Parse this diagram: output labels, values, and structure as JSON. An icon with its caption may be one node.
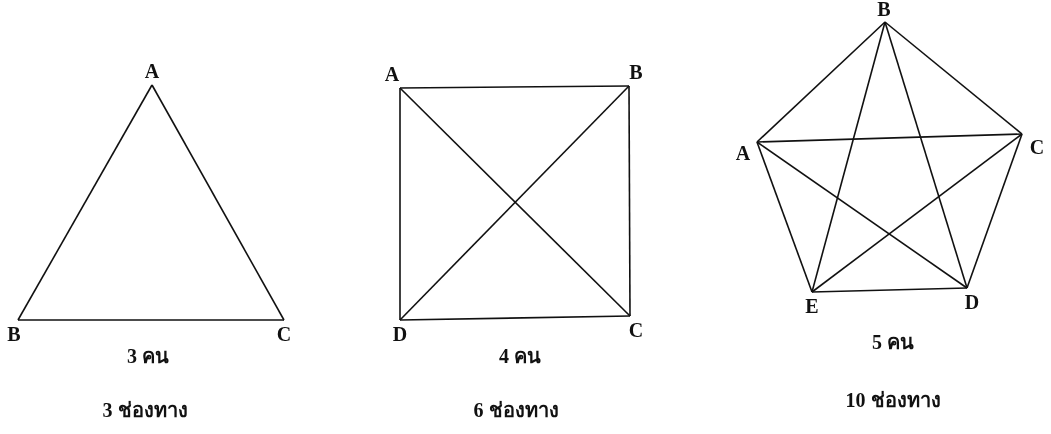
{
  "diagram": {
    "nodes": [
      {
        "text": [
          "A"
        ]
      },
      {
        "text": [
          "B"
        ]
      },
      {
        "text": [
          "C"
        ]
      },
      {
        "text": [
          "A"
        ]
      },
      {
        "text": [
          "B"
        ]
      },
      {
        "text": [
          "D"
        ]
      },
      {
        "text": [
          "C"
        ]
      },
      {
        "text": [
          "B"
        ]
      },
      {
        "text": [
          "A"
        ]
      },
      {
        "text": [
          "C"
        ]
      },
      {
        "text": [
          "E"
        ]
      },
      {
        "text": [
          "D"
        ]
      }
    ],
    "edges": [
      {
        "from": 0,
        "to": 1,
        "arrow": "none"
      },
      {
        "from": 1,
        "to": 2,
        "arrow": "none"
      },
      {
        "from": 2,
        "to": 0,
        "arrow": "none"
      },
      {
        "from": 3,
        "to": 4,
        "arrow": "none"
      },
      {
        "from": 4,
        "to": 6,
        "arrow": "none"
      },
      {
        "from": 6,
        "to": 5,
        "arrow": "none"
      },
      {
        "from": 5,
        "to": 3,
        "arrow": "none"
      },
      {
        "from": 3,
        "to": 6,
        "arrow": "none"
      },
      {
        "from": 4,
        "to": 5,
        "arrow": "none"
      },
      {
        "from": 8,
        "to": 7,
        "arrow": "none"
      },
      {
        "from": 7,
        "to": 9,
        "arrow": "none"
      },
      {
        "from": 9,
        "to": 11,
        "arrow": "none"
      },
      {
        "from": 11,
        "to": 10,
        "arrow": "none"
      },
      {
        "from": 10,
        "to": 8,
        "arrow": "none"
      },
      {
        "from": 8,
        "to": 9,
        "arrow": "none"
      },
      {
        "from": 8,
        "to": 11,
        "arrow": "none"
      },
      {
        "from": 7,
        "to": 10,
        "arrow": "none"
      },
      {
        "from": 7,
        "to": 11,
        "arrow": "none"
      },
      {
        "from": 9,
        "to": 10,
        "arrow": "none"
      }
    ],
    "labels": [
      "3 คน",
      "3 ช่องทาง",
      "4 คน",
      "6 ช่องทาง",
      "5 คน",
      "10 ช่องทาง"
    ]
  }
}
